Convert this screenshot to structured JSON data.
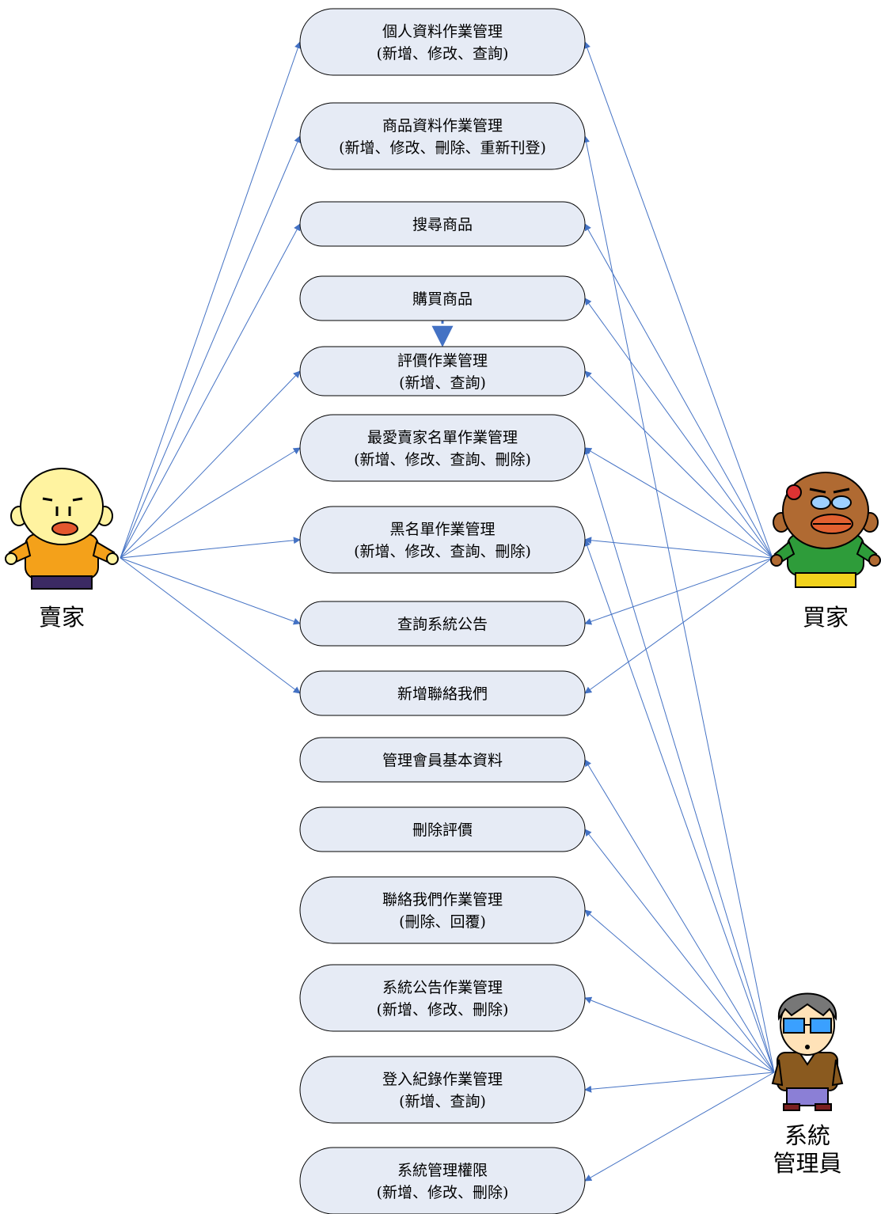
{
  "actors": [
    {
      "id": "seller",
      "lines": [
        "賣家"
      ]
    },
    {
      "id": "buyer",
      "lines": [
        "買家"
      ]
    },
    {
      "id": "admin",
      "lines": [
        "系統",
        "管理員"
      ]
    }
  ],
  "use_cases": [
    {
      "id": "uc1",
      "lines": [
        "個人資料作業管理",
        "(新增、修改、查詢)"
      ]
    },
    {
      "id": "uc2",
      "lines": [
        "商品資料作業管理",
        "(新增、修改、刪除、重新刊登)"
      ]
    },
    {
      "id": "uc3",
      "lines": [
        "搜尋商品"
      ]
    },
    {
      "id": "uc4",
      "lines": [
        "購買商品"
      ]
    },
    {
      "id": "uc5",
      "lines": [
        "評價作業管理",
        "(新增、查詢)"
      ]
    },
    {
      "id": "uc6",
      "lines": [
        "最愛賣家名單作業管理",
        "(新增、修改、查詢、刪除)"
      ]
    },
    {
      "id": "uc7",
      "lines": [
        "黑名單作業管理",
        "(新增、修改、查詢、刪除)"
      ]
    },
    {
      "id": "uc8",
      "lines": [
        "查詢系統公告"
      ]
    },
    {
      "id": "uc9",
      "lines": [
        "新增聯絡我們"
      ]
    },
    {
      "id": "uc10",
      "lines": [
        "管理會員基本資料"
      ]
    },
    {
      "id": "uc11",
      "lines": [
        "刪除評價"
      ]
    },
    {
      "id": "uc12",
      "lines": [
        "聯絡我們作業管理",
        "(刪除、回覆)"
      ]
    },
    {
      "id": "uc13",
      "lines": [
        "系統公告作業管理",
        "(新增、修改、刪除)"
      ]
    },
    {
      "id": "uc14",
      "lines": [
        "登入紀錄作業管理",
        "(新增、查詢)"
      ]
    },
    {
      "id": "uc15",
      "lines": [
        "系統管理權限",
        "(新增、修改、刪除)"
      ]
    }
  ],
  "associations": {
    "seller": [
      "uc1",
      "uc2",
      "uc3",
      "uc5",
      "uc6",
      "uc7",
      "uc8",
      "uc9"
    ],
    "buyer": [
      "uc1",
      "uc3",
      "uc4",
      "uc5",
      "uc6",
      "uc7",
      "uc8",
      "uc9"
    ],
    "admin": [
      "uc2",
      "uc6",
      "uc7",
      "uc10",
      "uc11",
      "uc12",
      "uc13",
      "uc14",
      "uc15"
    ]
  },
  "dependencies": [
    {
      "from": "uc4",
      "to": "uc5",
      "style": "dashed"
    }
  ],
  "colors": {
    "box_fill": "#e6ebf5",
    "line": "#4472c4",
    "text": "#000000"
  }
}
